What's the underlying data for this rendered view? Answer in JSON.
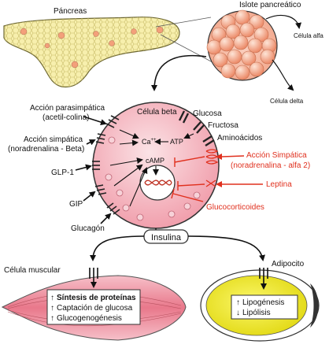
{
  "labels": {
    "pancreas": "Páncreas",
    "islet": "Islote pancreático",
    "alpha_cell": "Célula alfa",
    "delta_cell": "Célula delta",
    "beta_cell": "Célula beta",
    "glucose": "Glucosa",
    "fructose": "Fructosa",
    "amino_acids": "Aminoácidos",
    "ca_ion": "Ca",
    "ca_charge": "++",
    "atp": "ATP",
    "camp": "cAMP",
    "insulin": "Insulina",
    "muscle_cell": "Célula muscular",
    "adipocyte": "Adipocito"
  },
  "stimuli_left": [
    {
      "id": "parasympathetic",
      "lines": [
        "Acción parasimpática",
        "(acetil-colina)"
      ]
    },
    {
      "id": "sympathetic-beta",
      "lines": [
        "Acción simpática",
        "(noradrenalina - Beta)"
      ]
    },
    {
      "id": "glp1",
      "lines": [
        "GLP-1"
      ]
    },
    {
      "id": "gip",
      "lines": [
        "GIP"
      ]
    },
    {
      "id": "glucagon",
      "lines": [
        "Glucagón"
      ]
    }
  ],
  "inhibitors_right": [
    {
      "id": "sympathetic-alpha2",
      "lines": [
        "Acción Simpática",
        "(noradrenalina - alfa 2)"
      ]
    },
    {
      "id": "leptin",
      "lines": [
        "Leptina"
      ]
    },
    {
      "id": "glucocorticoids",
      "lines": [
        "Glucocorticoides"
      ]
    }
  ],
  "muscle_effects": [
    {
      "arrow": "↑",
      "text": "Síntesis de proteínas",
      "bold": true
    },
    {
      "arrow": "↑",
      "text": "Captación de glucosa",
      "bold": false
    },
    {
      "arrow": "↑",
      "text": "Glucogenogénesis",
      "bold": false
    }
  ],
  "adipocyte_effects": [
    {
      "arrow": "↑",
      "text": "Lipogénesis"
    },
    {
      "arrow": "↓",
      "text": "Lipólisis"
    }
  ],
  "colors": {
    "pancreas_fill": "#f7efad",
    "islet_cell": "#f3a07a",
    "beta_cell_fill": "#f4c1c9",
    "muscle_fill": "#ee8e9d",
    "adipocyte_fill": "#ece81c",
    "inhibitor_red": "#e0301e"
  }
}
